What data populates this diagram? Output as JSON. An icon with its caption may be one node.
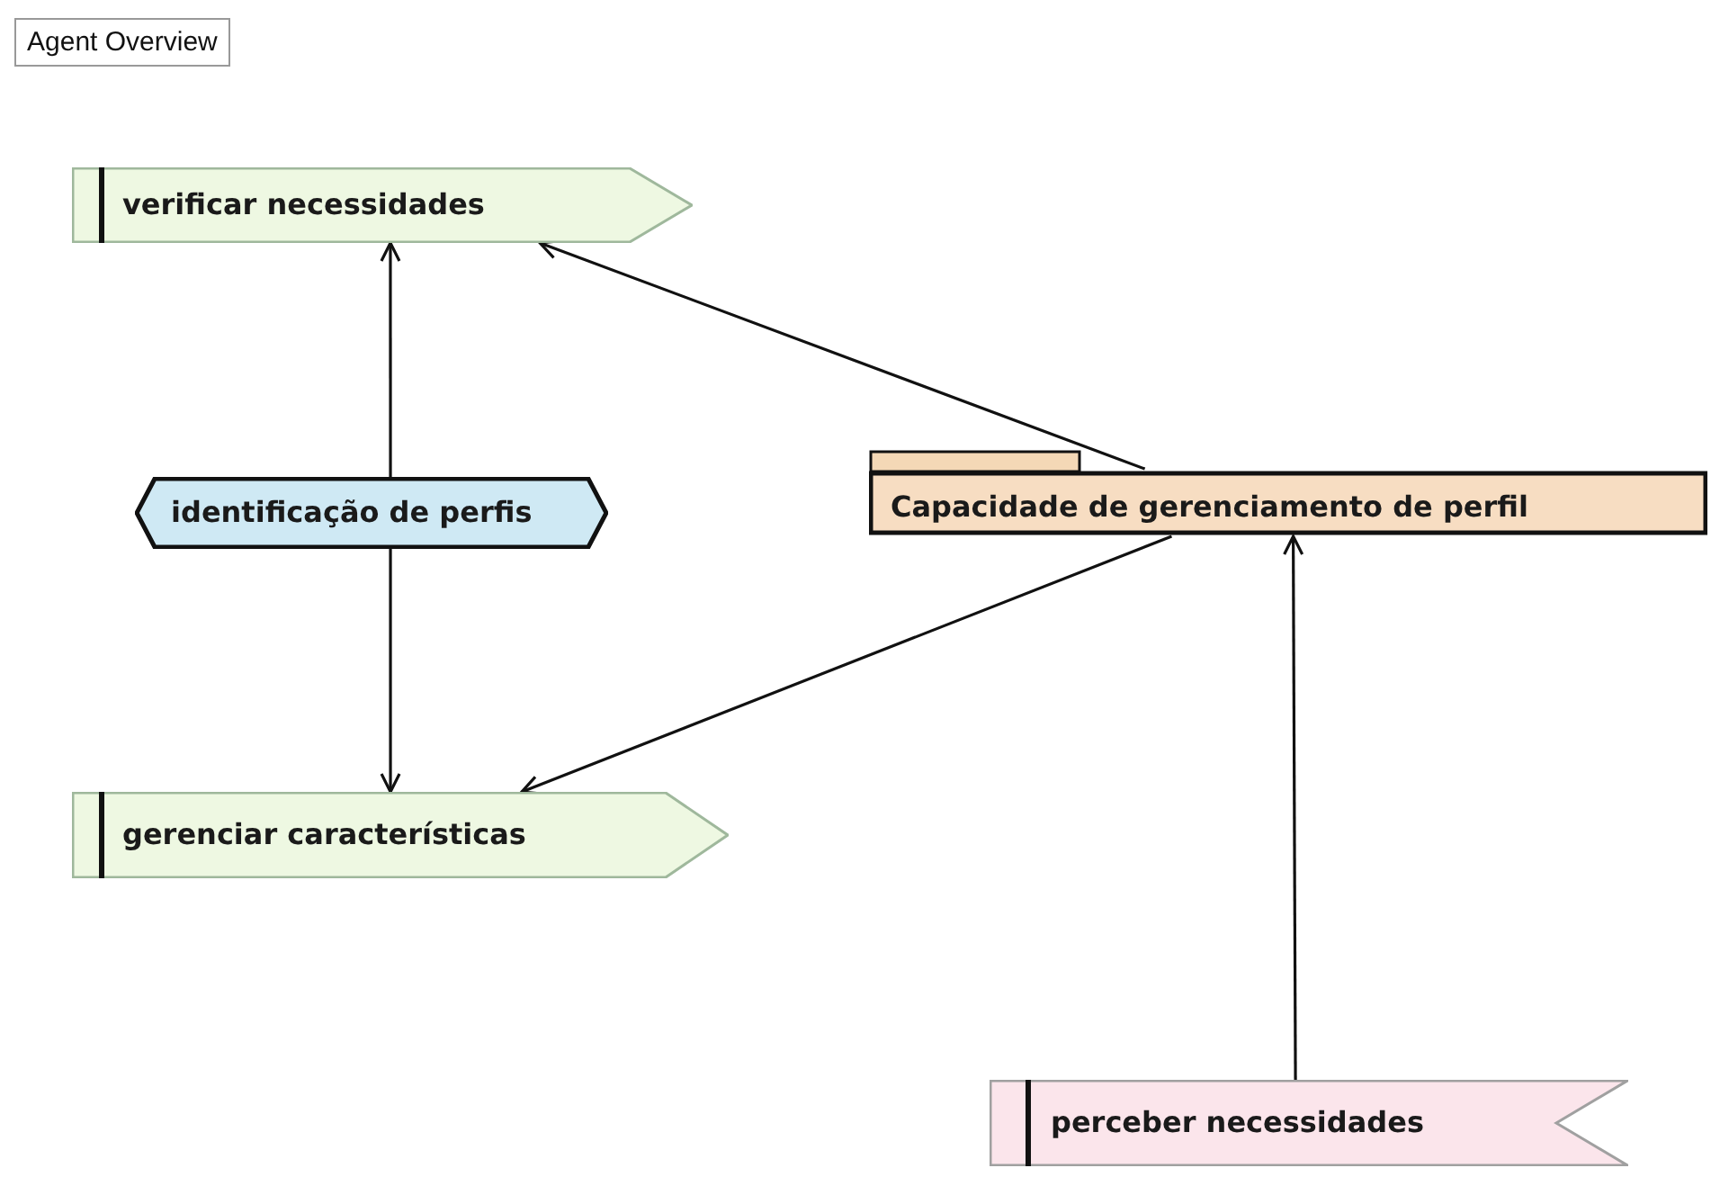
{
  "diagram": {
    "title": "Agent Overview",
    "nodes": [
      {
        "text": [
          "verificar necessidades"
        ]
      },
      {
        "text": [
          "identificação de perfis"
        ]
      },
      {
        "text": [
          "Capacidade de gerenciamento de perfil"
        ]
      },
      {
        "text": [
          "gerenciar características"
        ]
      },
      {
        "text": [
          "perceber necessidades"
        ]
      }
    ],
    "edges": [
      {
        "from": 1,
        "to": 0,
        "arrow": "to"
      },
      {
        "from": 1,
        "to": 3,
        "arrow": "to"
      },
      {
        "from": 2,
        "to": 0,
        "arrow": "to"
      },
      {
        "from": 2,
        "to": 3,
        "arrow": "to"
      },
      {
        "from": 4,
        "to": 2,
        "arrow": "to"
      }
    ]
  }
}
